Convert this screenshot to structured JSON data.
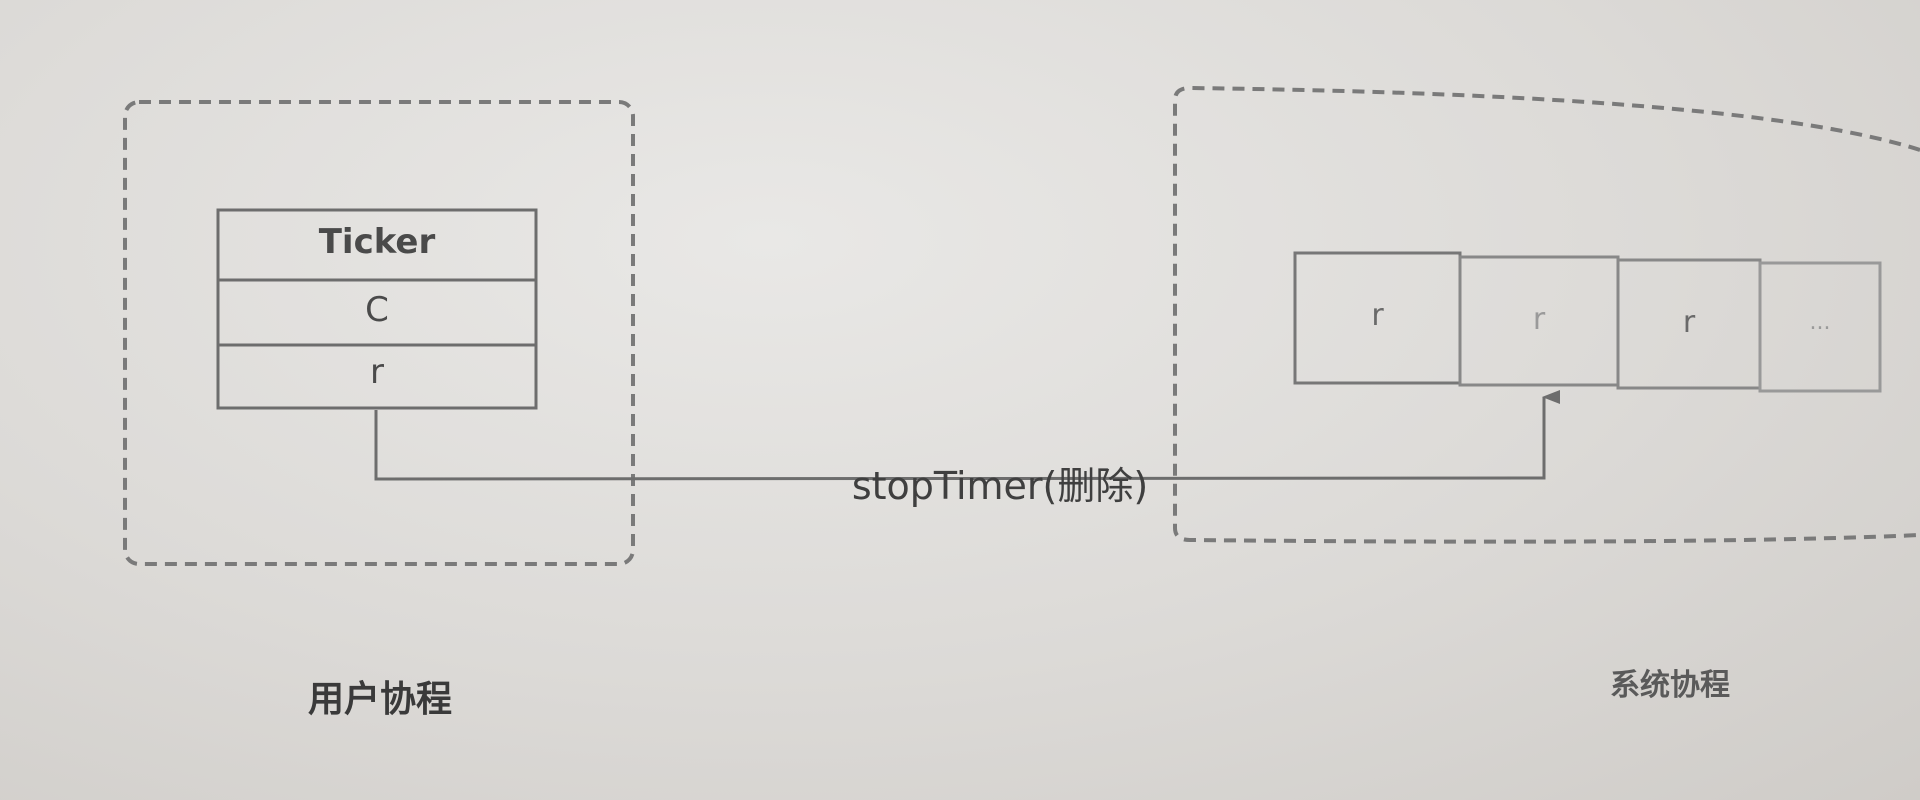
{
  "user_goroutine": {
    "caption": "用户协程",
    "ticker": {
      "title": "Ticker",
      "field_c": "C",
      "field_r": "r"
    }
  },
  "system_goroutine": {
    "caption": "系统协程",
    "queue": [
      "r",
      "r",
      "r",
      "..."
    ]
  },
  "edge": {
    "label": "stopTimer(删除)"
  },
  "colors": {
    "stroke": "#6d6d6d",
    "dashed": "#7a7a7a"
  }
}
